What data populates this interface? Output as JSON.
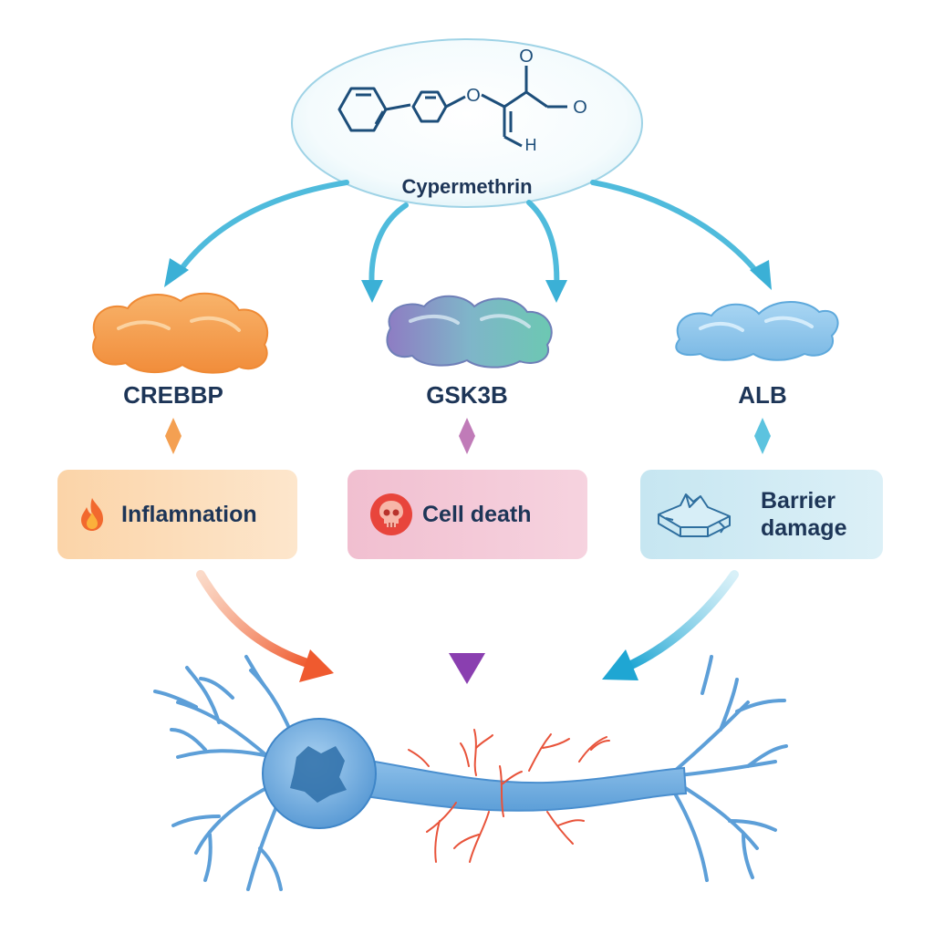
{
  "source": {
    "name": "Cypermethrin",
    "structure_atoms": {
      "o1": "O",
      "o2": "O",
      "o3": "O",
      "h": "H"
    }
  },
  "targets": [
    {
      "name": "CREBBP",
      "color": "#f4a261",
      "effect": "Inflamnation",
      "effect_icon": "flame-icon",
      "effect_color": "#fbd4a8"
    },
    {
      "name": "GSK3B",
      "color": "#7b6bb5",
      "effect": "Cell death",
      "effect_icon": "skull-icon",
      "effect_color": "#f1bfd0"
    },
    {
      "name": "ALB",
      "color": "#8cc6ea",
      "effect_lines": [
        "Barrier",
        "damage"
      ],
      "effect_icon": "broken-barrier-icon",
      "effect_color": "#c6e6f1"
    }
  ],
  "outcome": {
    "icon": "damaged-neuron-icon",
    "color": "#5b9bd5",
    "damage_color": "#e8533a"
  },
  "colors": {
    "arrow_top": "#3bb0d6",
    "arrow_inflammation": "#ef6a3a",
    "arrow_celldeath": "#8a4bb0",
    "arrow_barrier": "#2aaed6",
    "text": "#1d3557"
  }
}
